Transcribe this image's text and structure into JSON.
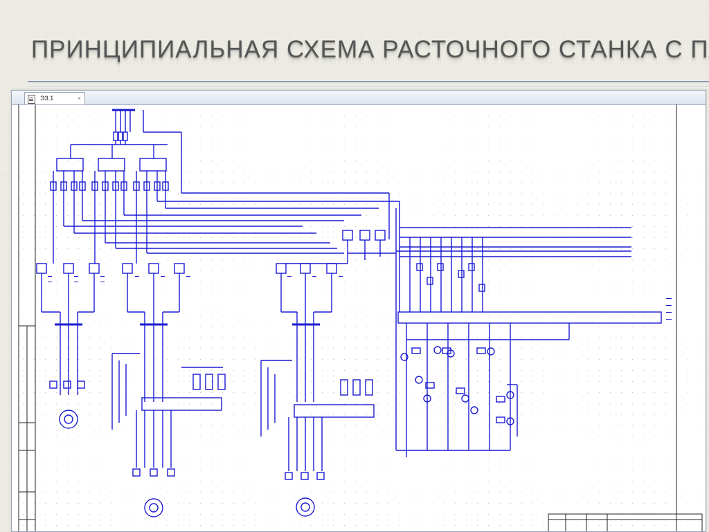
{
  "slide": {
    "title": "ПРИНЦИПИАЛЬНАЯ СХЕМА РАСТОЧНОГО СТАНКА С ПЛК"
  },
  "window": {
    "tab_label": "ЭЗ.1",
    "close_glyph": "×"
  },
  "colors": {
    "wire": "#1a1ad2",
    "grid_dot": "#c8c8c8",
    "frame": "#222222"
  },
  "diagram": {
    "motor_count": 3,
    "plc_input_rungs": 5
  }
}
